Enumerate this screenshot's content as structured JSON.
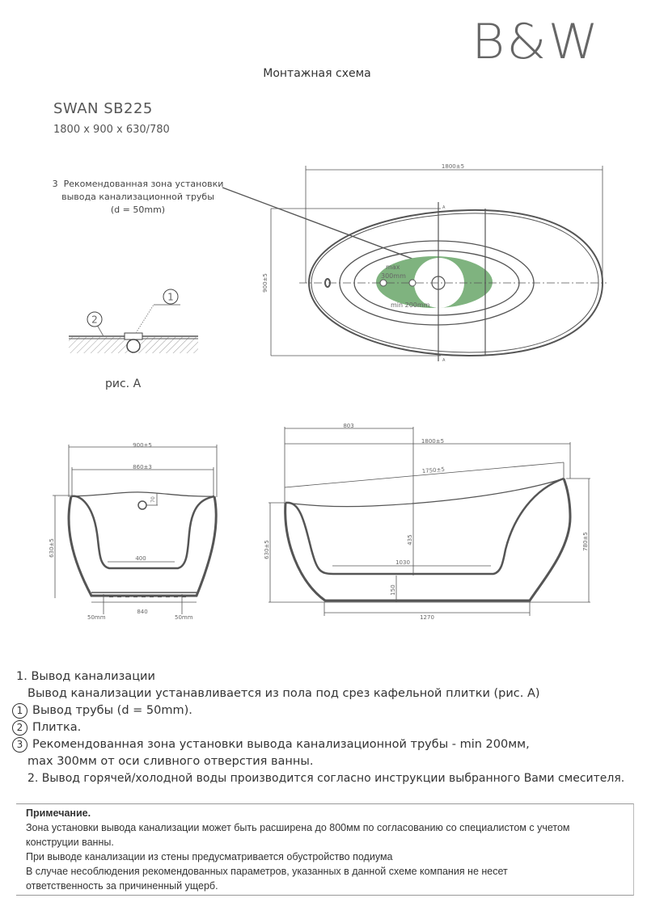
{
  "logo": "B&W",
  "title": "Монтажная схема",
  "model": "SWAN SB225",
  "dimensions": "1800 x 900 x 630/780",
  "callout": {
    "number": "3",
    "line1": "Рекомендованная зона установки",
    "line2": "вывода канализационной трубы",
    "line3": "(d = 50mm)"
  },
  "fig_a": {
    "caption": "рис. A",
    "marker1": "1",
    "marker2": "2"
  },
  "top_view": {
    "length": "1800±5",
    "width": "900±5",
    "max_label": "max",
    "max_value": "300mm",
    "min_label": "min 200mm",
    "axis_a": "A",
    "zone_color": "#7fb37f"
  },
  "front_view": {
    "top_width": "900±5",
    "inner_width": "860±3",
    "height": "630±5",
    "overflow": "70",
    "bottom": "400",
    "base": "840",
    "left_offset": "50mm",
    "right_offset": "50mm"
  },
  "side_view": {
    "head": "803",
    "length": "1800±5",
    "rim": "1750±5",
    "depth": "435",
    "bottom": "1030",
    "floor": "150",
    "base": "1270",
    "height_low": "630±5",
    "height_high": "780±5"
  },
  "notes": {
    "item1_title": "1. Вывод канализации",
    "item1_text": "Вывод канализации устанавливается из пола под срез кафельной плитки (рис. А)",
    "c1": "1",
    "c1_text": "Вывод трубы (d = 50mm).",
    "c2": "2",
    "c2_text": "Плитка.",
    "c3": "3",
    "c3_text": "Рекомендованная зона установки вывода канализационной трубы - min 200мм,",
    "c3_text2": "max 300мм от оси сливного отверстия ванны.",
    "item2": "2. Вывод горячей/холодной воды производится согласно инструкции выбранного Вами смесителя."
  },
  "remark": {
    "heading": "Примечание.",
    "line1": "Зона установки вывода канализации может быть расширена до 800мм по согласованию со специалистом с учетом",
    "line2": "конструции ванны.",
    "line3": "При выводе канализации из стены предусматривается обустройство подиума",
    "line4": "В случае несоблюдения рекомендованных параметров, указанных в данной схеме компания не несет",
    "line5": "ответственность за причиненный ущерб."
  }
}
